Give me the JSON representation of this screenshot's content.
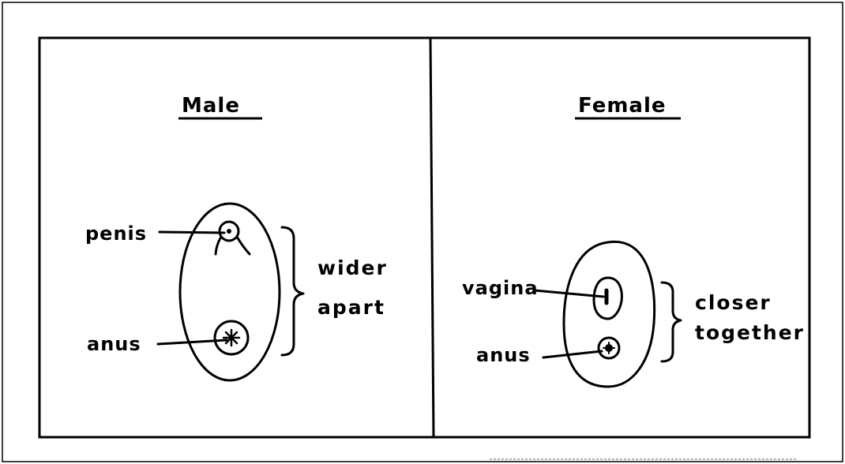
{
  "male": {
    "title": "Male",
    "labels": {
      "penis": "penis",
      "anus": "anus"
    },
    "note_line1": "wider",
    "note_line2": "apart"
  },
  "female": {
    "title": "Female",
    "labels": {
      "vagina": "vagina",
      "anus": "anus"
    },
    "note_line1": "closer",
    "note_line2": "together"
  }
}
